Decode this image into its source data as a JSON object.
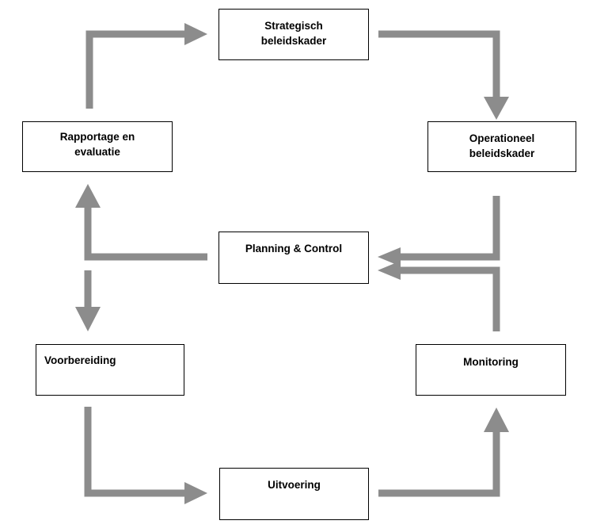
{
  "diagram": {
    "colors": {
      "arrow": "#8c8c8c",
      "box_border": "#000000",
      "text": "#000000",
      "background": "#ffffff"
    },
    "boxes": {
      "strategisch": "Strategisch\nbeleidskader",
      "operationeel": "Operationeel\nbeleidskader",
      "rapportage": "Rapportage en\nevaluatie",
      "planning": "Planning & Control",
      "voorbereiding": "Voorbereiding",
      "monitoring": "Monitoring",
      "uitvoering": "Uitvoering"
    }
  }
}
